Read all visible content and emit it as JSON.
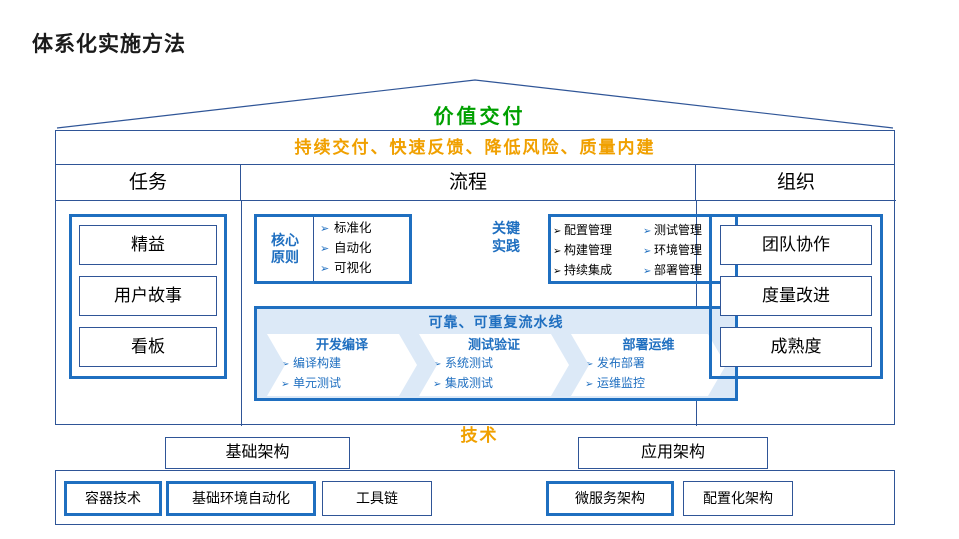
{
  "page": {
    "title": "体系化实施方法"
  },
  "roof": {
    "value_delivery": "价值交付",
    "banner": "持续交付、快速反馈、降低风险、质量内建"
  },
  "columns": {
    "task": "任务",
    "flow": "流程",
    "org": "组织"
  },
  "task_items": [
    "精益",
    "用户故事",
    "看板"
  ],
  "org_items": [
    "团队协作",
    "度量改进",
    "成熟度"
  ],
  "principles": {
    "label_line1": "核心",
    "label_line2": "原则",
    "items": [
      "标准化",
      "自动化",
      "可视化"
    ]
  },
  "practices": {
    "label_line1": "关键",
    "label_line2": "实践",
    "left_items": [
      "配置管理",
      "构建管理",
      "持续集成"
    ],
    "right_items": [
      "测试管理",
      "环境管理",
      "部署管理"
    ]
  },
  "pipeline": {
    "title": "可靠、可重复流水线",
    "stages": [
      {
        "title": "开发编译",
        "items": [
          "编译构建",
          "单元测试"
        ]
      },
      {
        "title": "测试验证",
        "items": [
          "系统测试",
          "集成测试"
        ]
      },
      {
        "title": "部署运维",
        "items": [
          "发布部署",
          "运维监控"
        ]
      }
    ]
  },
  "technology": {
    "label": "技术",
    "infra_architecture": "基础架构",
    "app_architecture": "应用架构",
    "chips": [
      "容器技术",
      "基础环境自动化",
      "工具链",
      "微服务架构",
      "配置化架构"
    ]
  },
  "colors": {
    "green": "#00a000",
    "orange": "#f0a000",
    "blue": "#1f6fc0",
    "frame": "#2f5597",
    "pipeline_bg": "#dce9f7"
  },
  "bullets": {
    "arrow": "➢"
  }
}
